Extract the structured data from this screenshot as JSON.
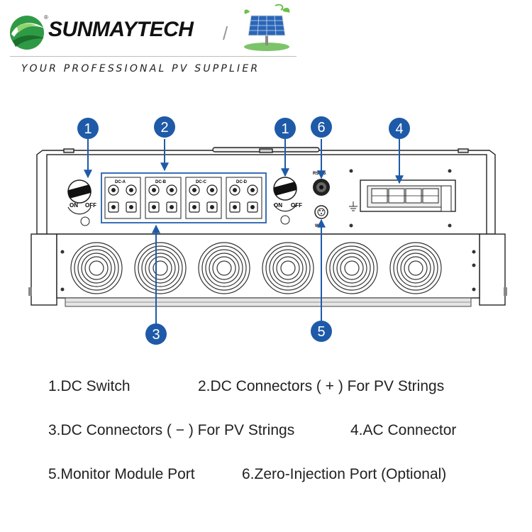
{
  "header": {
    "brand_name": "SUNMAYTECH",
    "registered_mark": "®",
    "separator": "/",
    "tagline": "YOUR PROFESSIONAL PV SUPPLIER"
  },
  "diagram": {
    "labels": {
      "dc_a": "DC-A",
      "dc_b": "DC-B",
      "dc_c": "DC-C",
      "dc_d": "DC-D",
      "on": "ON",
      "off": "OFF",
      "rs485": "RS485",
      "wifi": "WiFi"
    },
    "callouts": [
      "1",
      "2",
      "1",
      "6",
      "4",
      "3",
      "5"
    ]
  },
  "legend": {
    "item1": "1.DC Switch",
    "item2": "2.DC Connectors ( + ) For PV Strings",
    "item3": "3.DC Connectors ( − ) For PV Strings",
    "item4": "4.AC Connector",
    "item5": "5.Monitor Module Port",
    "item6": "6.Zero-Injection Port (Optional)"
  },
  "colors": {
    "callout_fill": "#1e5aa8",
    "connector_box": "#3a6fb5",
    "logo_green": "#3aa64a",
    "logo_dark": "#1c6e2d"
  }
}
